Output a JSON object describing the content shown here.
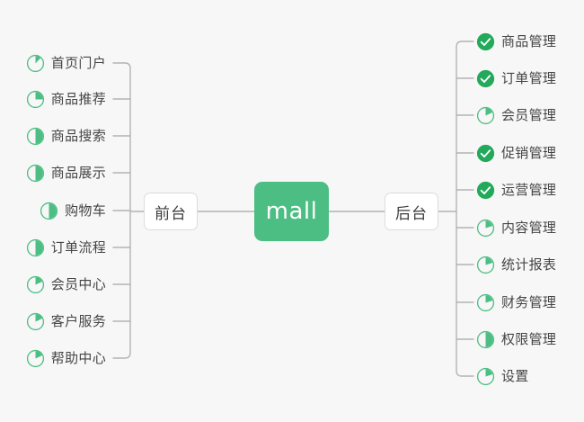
{
  "diagram": {
    "type": "mind-map",
    "title": "mall",
    "background_color": "#f7f7f7",
    "accent_color": "#4cbe84",
    "line_color": "#b3b3b3",
    "text_color": "#454545",
    "root": {
      "label": "mall",
      "name": "root-node-mall"
    },
    "branches": [
      {
        "side": "left",
        "label": "前台",
        "name": "branch-node-frontend",
        "items": [
          {
            "label": "首页门户",
            "icon": "pie-progress-icon",
            "progress": 12,
            "status": "in-progress"
          },
          {
            "label": "商品推荐",
            "icon": "pie-progress-icon",
            "progress": 25,
            "status": "in-progress"
          },
          {
            "label": "商品搜索",
            "icon": "pie-progress-icon",
            "progress": 50,
            "status": "in-progress"
          },
          {
            "label": "商品展示",
            "icon": "pie-progress-icon",
            "progress": 50,
            "status": "in-progress"
          },
          {
            "label": "购物车",
            "icon": "pie-progress-icon",
            "progress": 50,
            "status": "in-progress"
          },
          {
            "label": "订单流程",
            "icon": "pie-progress-icon",
            "progress": 50,
            "status": "in-progress"
          },
          {
            "label": "会员中心",
            "icon": "pie-progress-icon",
            "progress": 18,
            "status": "in-progress"
          },
          {
            "label": "客户服务",
            "icon": "pie-progress-icon",
            "progress": 18,
            "status": "in-progress"
          },
          {
            "label": "帮助中心",
            "icon": "pie-progress-icon",
            "progress": 18,
            "status": "in-progress"
          }
        ]
      },
      {
        "side": "right",
        "label": "后台",
        "name": "branch-node-backend",
        "items": [
          {
            "label": "商品管理",
            "icon": "check-circle-icon",
            "progress": 100,
            "status": "done"
          },
          {
            "label": "订单管理",
            "icon": "check-circle-icon",
            "progress": 100,
            "status": "done"
          },
          {
            "label": "会员管理",
            "icon": "pie-progress-icon",
            "progress": 18,
            "status": "in-progress"
          },
          {
            "label": "促销管理",
            "icon": "check-circle-icon",
            "progress": 100,
            "status": "done"
          },
          {
            "label": "运营管理",
            "icon": "check-circle-icon",
            "progress": 100,
            "status": "done"
          },
          {
            "label": "内容管理",
            "icon": "pie-progress-icon",
            "progress": 20,
            "status": "in-progress"
          },
          {
            "label": "统计报表",
            "icon": "pie-progress-icon",
            "progress": 20,
            "status": "in-progress"
          },
          {
            "label": "财务管理",
            "icon": "pie-progress-icon",
            "progress": 20,
            "status": "in-progress"
          },
          {
            "label": "权限管理",
            "icon": "pie-progress-icon",
            "progress": 50,
            "status": "in-progress"
          },
          {
            "label": "设置",
            "icon": "pie-progress-icon",
            "progress": 20,
            "status": "in-progress"
          }
        ]
      }
    ]
  }
}
